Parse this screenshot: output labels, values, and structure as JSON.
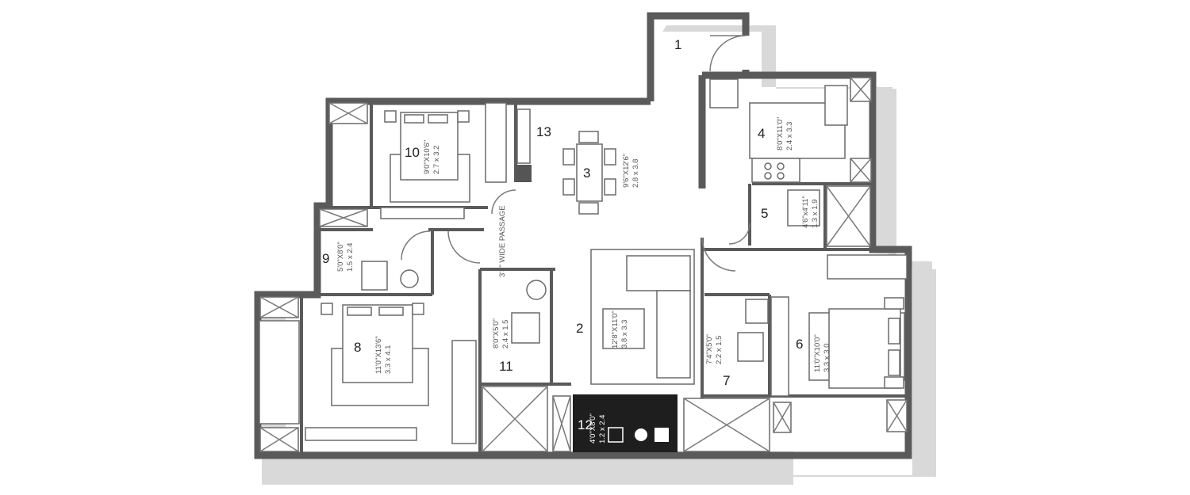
{
  "rooms": [
    {
      "id": "1"
    },
    {
      "id": "2",
      "dim_ft": "12'8\"X11'0\"",
      "dim_m": "3.8 x 3.3"
    },
    {
      "id": "3",
      "dim_ft": "9'6\"X12'6\"",
      "dim_m": "2.8 x 3.8"
    },
    {
      "id": "4",
      "dim_ft": "8'0\"X11'0\"",
      "dim_m": "2.4 x 3.3"
    },
    {
      "id": "5",
      "dim_ft": "4'6\"x4'11\"",
      "dim_m": "1.3 x 1.9"
    },
    {
      "id": "6",
      "dim_ft": "11'0\"X10'0\"",
      "dim_m": "3.3 x 3.0"
    },
    {
      "id": "7",
      "dim_ft": "7'4\"X5'0\"",
      "dim_m": "2.2 x 1.5"
    },
    {
      "id": "8",
      "dim_ft": "11'0\"X13'6\"",
      "dim_m": "3.3 x 4.1"
    },
    {
      "id": "9",
      "dim_ft": "5'0\"X8'0\"",
      "dim_m": "1.5 x 2.4"
    },
    {
      "id": "10",
      "dim_ft": "9'0\"X10'6\"",
      "dim_m": "2.7 x 3.2"
    },
    {
      "id": "11",
      "dim_ft": "8'0\"X5'0\"",
      "dim_m": "2.4 x 1.5"
    },
    {
      "id": "12",
      "dim_ft": "4'0\"X8'0\"",
      "dim_m": "1.2 x 2.4"
    },
    {
      "id": "13"
    }
  ],
  "passage_label": "3'3\" WIDE PASSAGE",
  "colors": {
    "wall": "#5a5a5a",
    "shadow": "#d9d9d9",
    "dark_room": "#1e1e1e"
  }
}
